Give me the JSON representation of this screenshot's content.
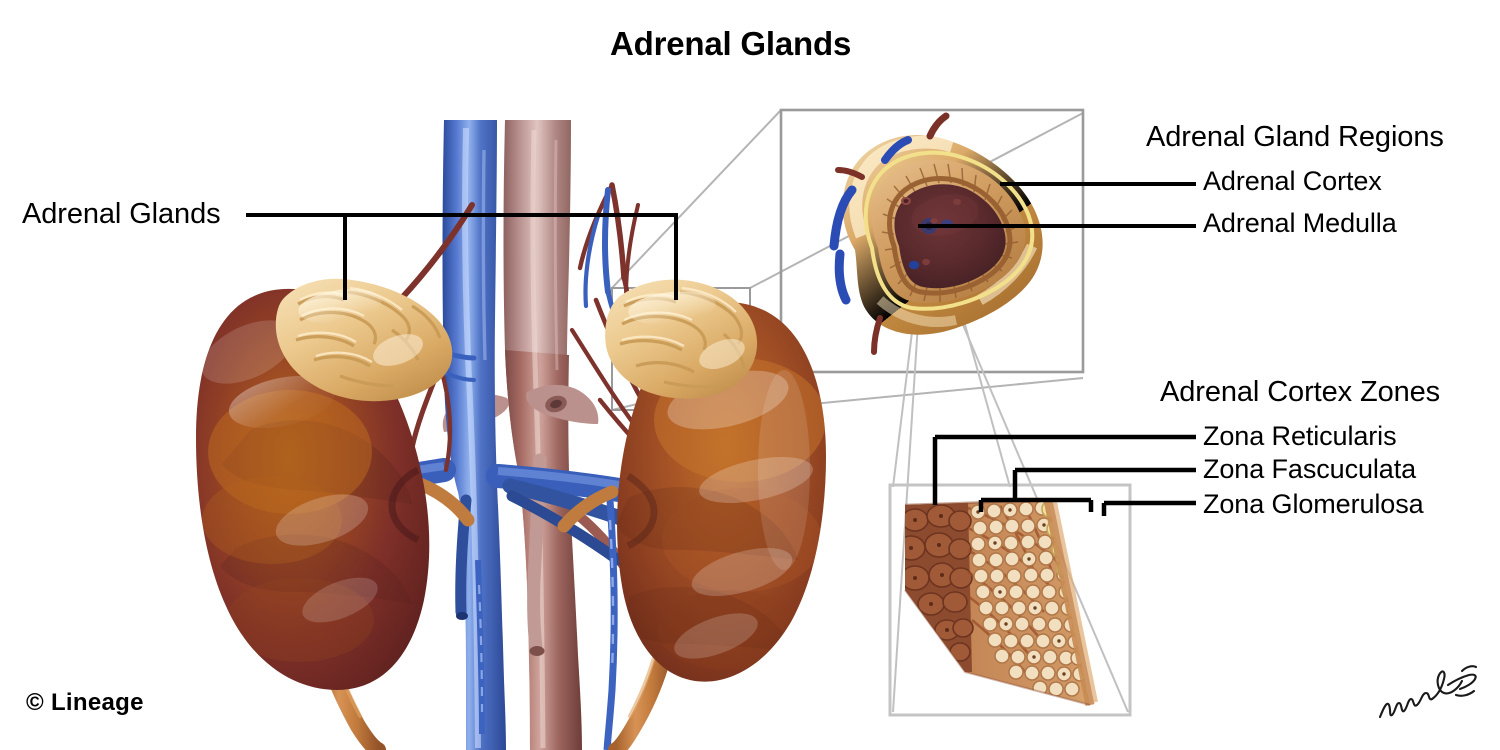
{
  "title": "Adrenal Glands",
  "copyright": "© Lineage",
  "labels": {
    "adrenal_glands_left": "Adrenal Glands",
    "regions_heading": "Adrenal Gland Regions",
    "adrenal_cortex": "Adrenal Cortex",
    "adrenal_medulla": "Adrenal Medulla",
    "zones_heading": "Adrenal Cortex Zones",
    "zona_reticularis": "Zona Reticularis",
    "zona_fasciculata": "Zona Fascuculata",
    "zona_glomerulosa": "Zona Glomerulosa"
  },
  "icons": {
    "signature": "artist-signature"
  },
  "anatomy": {
    "left_kidney": "left-kidney",
    "right_kidney": "right-kidney",
    "left_adrenal_gland": "left-adrenal-gland",
    "right_adrenal_gland": "right-adrenal-gland",
    "inferior_vena_cava": "inferior-vena-cava",
    "abdominal_aorta": "abdominal-aorta",
    "renal_arteries": "renal-arteries",
    "renal_veins": "renal-veins",
    "ureters": "ureters",
    "adrenal_cross_section": "adrenal-gland-cross-section",
    "cortex_zones_wedge": "adrenal-cortex-zones-wedge"
  },
  "colors": {
    "background": "#ffffff",
    "text": "#000000",
    "leader_line": "#000000",
    "callout_box": "#9a9a9a",
    "vein_blue": "#3f63bd",
    "artery_maroon": "#8a3430",
    "aorta_mauve": "#b08b8b",
    "kidney_dark": "#7d2f28",
    "kidney_orange": "#b8601f",
    "kidney_right": "#9b4a22",
    "adrenal_tan": "#e8c48f",
    "cortex_tan": "#c98f55",
    "medulla_maroon": "#5e2c2f",
    "ureter_orange": "#c07a3e",
    "zone_glomerulosa_pale": "#ecdda2",
    "zone_fasciculata": "#d9a273",
    "zone_reticularis": "#9a5434",
    "medulla_cells": "#8a4a33"
  }
}
